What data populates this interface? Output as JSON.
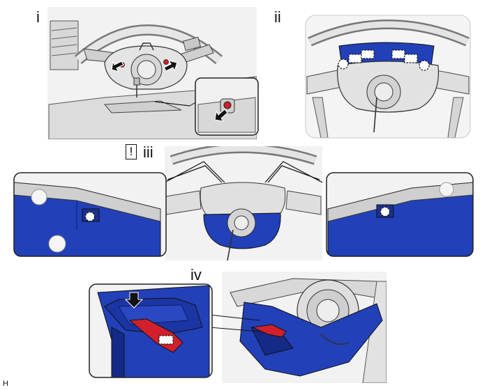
{
  "steps": [
    {
      "label": "i"
    },
    {
      "label": "ii"
    },
    {
      "label": "iii"
    },
    {
      "label": "iv"
    }
  ],
  "warning_symbol": "!",
  "footer_code": "H",
  "colors": {
    "cover_blue": "#2240b8",
    "cover_dark": "#152a86",
    "frame_gray": "#d4d4d4",
    "clip_red": "#d0202c",
    "outline": "#222222"
  }
}
